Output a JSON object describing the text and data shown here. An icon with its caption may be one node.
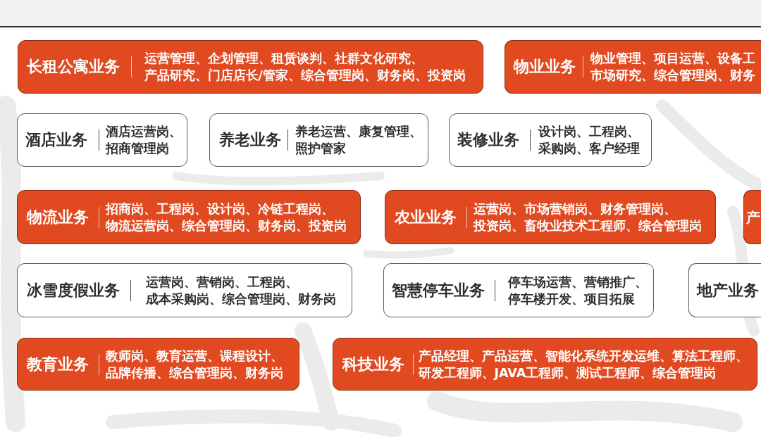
{
  "diagram": {
    "nodes": [
      {
        "text": [
          "长租公寓业务",
          "运营管理、企划管理、租赁谈判、社群文化研究、产品研究、门店店长/管家、综合管理岗、财务岗、投资岗"
        ]
      },
      {
        "text": [
          "物业业务",
          "物业管理、项目运营、设备工市场研究、综合管理岗、财务"
        ]
      },
      {
        "text": [
          "酒店业务",
          "酒店运营岗、招商管理岗"
        ]
      },
      {
        "text": [
          "养老业务",
          "养老运营、康复管理、照护管家"
        ]
      },
      {
        "text": [
          "装修业务",
          "设计岗、工程岗、采购岗、客户经理"
        ]
      },
      {
        "text": [
          "物流业务",
          "招商岗、工程岗、设计岗、冷链工程岗、物流运营岗、综合管理岗、财务岗、投资岗"
        ]
      },
      {
        "text": [
          "农业业务",
          "运营岗、市场营销岗、财务管理岗、投资岗、畜牧业技术工程师、综合管理岗"
        ]
      },
      {
        "text": [
          "产"
        ]
      },
      {
        "text": [
          "冰雪度假业务",
          "运营岗、营销岗、工程岗、成本采购岗、综合管理岗、财务岗"
        ]
      },
      {
        "text": [
          "智慧停车业务",
          "停车场运营、营销推广、停车楼开发、项目拓展"
        ]
      },
      {
        "text": [
          "地产业务"
        ]
      },
      {
        "text": [
          "教育业务",
          "教师岗、教育运营、课程设计、品牌传播、综合管理岗、财务岗"
        ]
      },
      {
        "text": [
          "科技业务",
          "产品经理、产品运营、智能化系统开发运维、算法工程师、研发工程师、JAVA工程师、测试工程师、综合管理岗"
        ]
      }
    ]
  }
}
